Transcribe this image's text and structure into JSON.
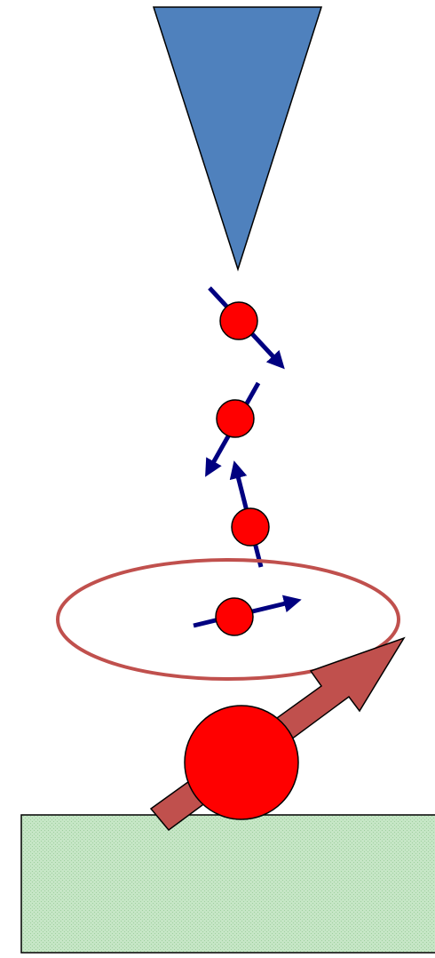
{
  "diagram": {
    "colors": {
      "background": "#ffffff",
      "tip_fill": "#4f81bd",
      "tip_stroke": "#000000",
      "electron_fill": "#ff0000",
      "electron_stroke": "#000000",
      "spin_arrow": "#000080",
      "orbit_ring": "#c0504d",
      "atom_arrow_fill": "#c0504d",
      "atom_arrow_stroke": "#000000",
      "substrate_fill": "#c6e6c6",
      "substrate_pattern": "#9fcf9f",
      "substrate_stroke": "#000000"
    },
    "elements": {
      "tip": "stm-tip",
      "tunneling_electrons": 4,
      "ring": "orbit-ring",
      "adatom": "magnetic-atom",
      "adatom_spin": "large-spin-arrow",
      "surface": "substrate"
    }
  }
}
